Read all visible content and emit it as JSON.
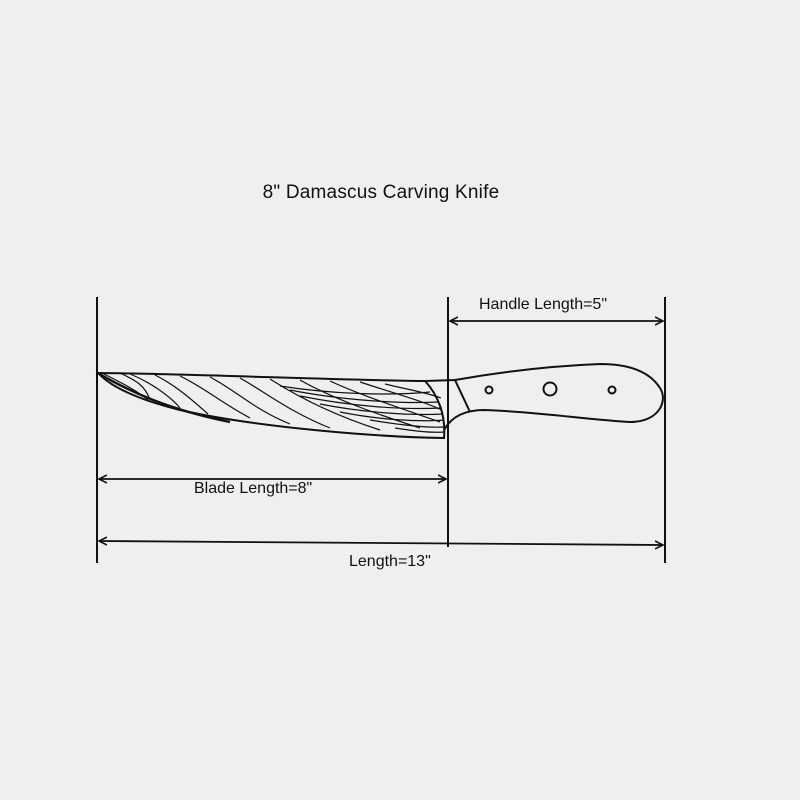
{
  "title": "8\" Damascus Carving Knife",
  "dimensions": {
    "handle_label": "Handle Length=5\"",
    "blade_label": "Blade Length=8\"",
    "total_label": "Length=13\""
  },
  "colors": {
    "background": "#efefef",
    "stroke": "#111111"
  },
  "parts": [
    "blade",
    "bolster",
    "handle",
    "rivets"
  ]
}
